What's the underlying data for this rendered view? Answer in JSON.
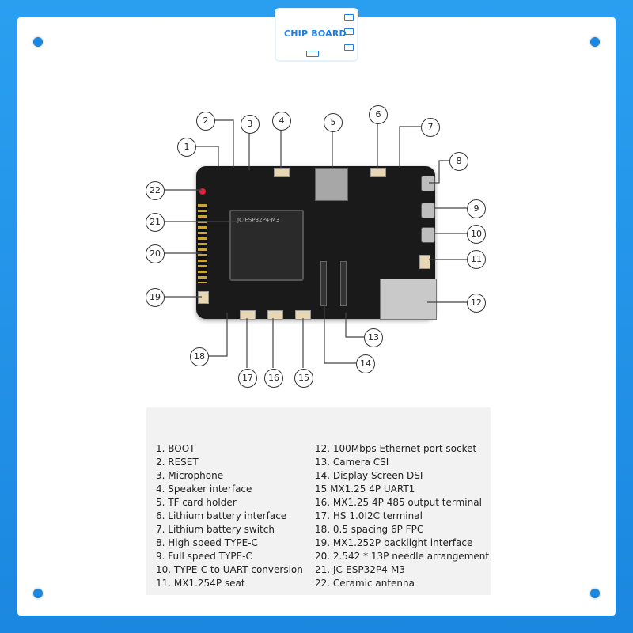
{
  "brand": {
    "logo_text": "CHIP BOARD"
  },
  "callouts": [
    "1",
    "2",
    "3",
    "4",
    "5",
    "6",
    "7",
    "8",
    "9",
    "10",
    "11",
    "12",
    "13",
    "14",
    "15",
    "16",
    "17",
    "18",
    "19",
    "20",
    "21",
    "22"
  ],
  "board": {
    "module_label": "JC-ESP32P4-M3"
  },
  "legend": {
    "left": [
      "1. BOOT",
      "2. RESET",
      "3. Microphone",
      "4. Speaker interface",
      "5. TF card holder",
      "6. Lithium battery interface",
      "7. Lithium battery switch",
      "8. High speed TYPE-C",
      "9. Full speed TYPE-C",
      "10. TYPE-C to UART conversion",
      "11. MX1.254P seat"
    ],
    "right": [
      "12. 100Mbps Ethernet port socket",
      "13. Camera CSI",
      "14. Display Screen DSI",
      "15 MX1.25 4P UART1",
      "16. MX1.25 4P 485 output terminal",
      "17. HS 1.0I2C terminal",
      "18. 0.5 spacing 6P FPC",
      "19. MX1.252P backlight interface",
      "20. 2.542 * 13P needle arrangement",
      "21. JC-ESP32P4-M3",
      "22. Ceramic antenna"
    ]
  }
}
